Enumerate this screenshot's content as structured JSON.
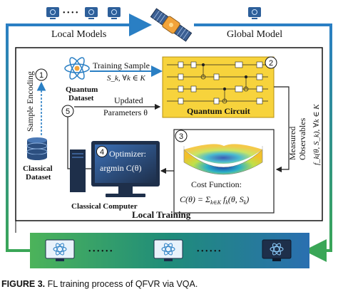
{
  "labels": {
    "local_models": "Local Models",
    "global_model": "Global Model",
    "quantum_dataset": "Quantum Dataset",
    "training_sample": "Training Sample",
    "training_sample_math": "S_k, ∀k ∈ K",
    "updated_parameters": "Updated Parameters θ",
    "quantum_circuit": "Quantum Circuit",
    "sample_encoding": "Sample Encoding",
    "classical_dataset": "Classical Dataset",
    "measured_observables": "Measured Observables",
    "measured_math": "f_k(θ, S_k), ∀k ∈ K",
    "optimizer_line1": "Optimizer:",
    "optimizer_line2": "argmin C(θ)",
    "cost_function": "Cost Function:",
    "cost_formula": "C(θ) = Σ_{k∈K} f_k(θ, S_k)",
    "classical_computer": "Classical Computer",
    "local_training": "Local Training",
    "dots": "• • • • • •",
    "dots_top": "• • • •"
  },
  "steps": [
    "1",
    "2",
    "3",
    "4",
    "5"
  ],
  "caption": {
    "number": "FIGURE 3.",
    "text": "FL training process of QFVR via VQA."
  },
  "colors": {
    "blue_arrow": "#2a7fc4",
    "green_arrow": "#3aa657",
    "circuit_fill": "#f7d33c",
    "teal_band": "#1f8c7a",
    "screen_dark": "#1e2f4a"
  }
}
